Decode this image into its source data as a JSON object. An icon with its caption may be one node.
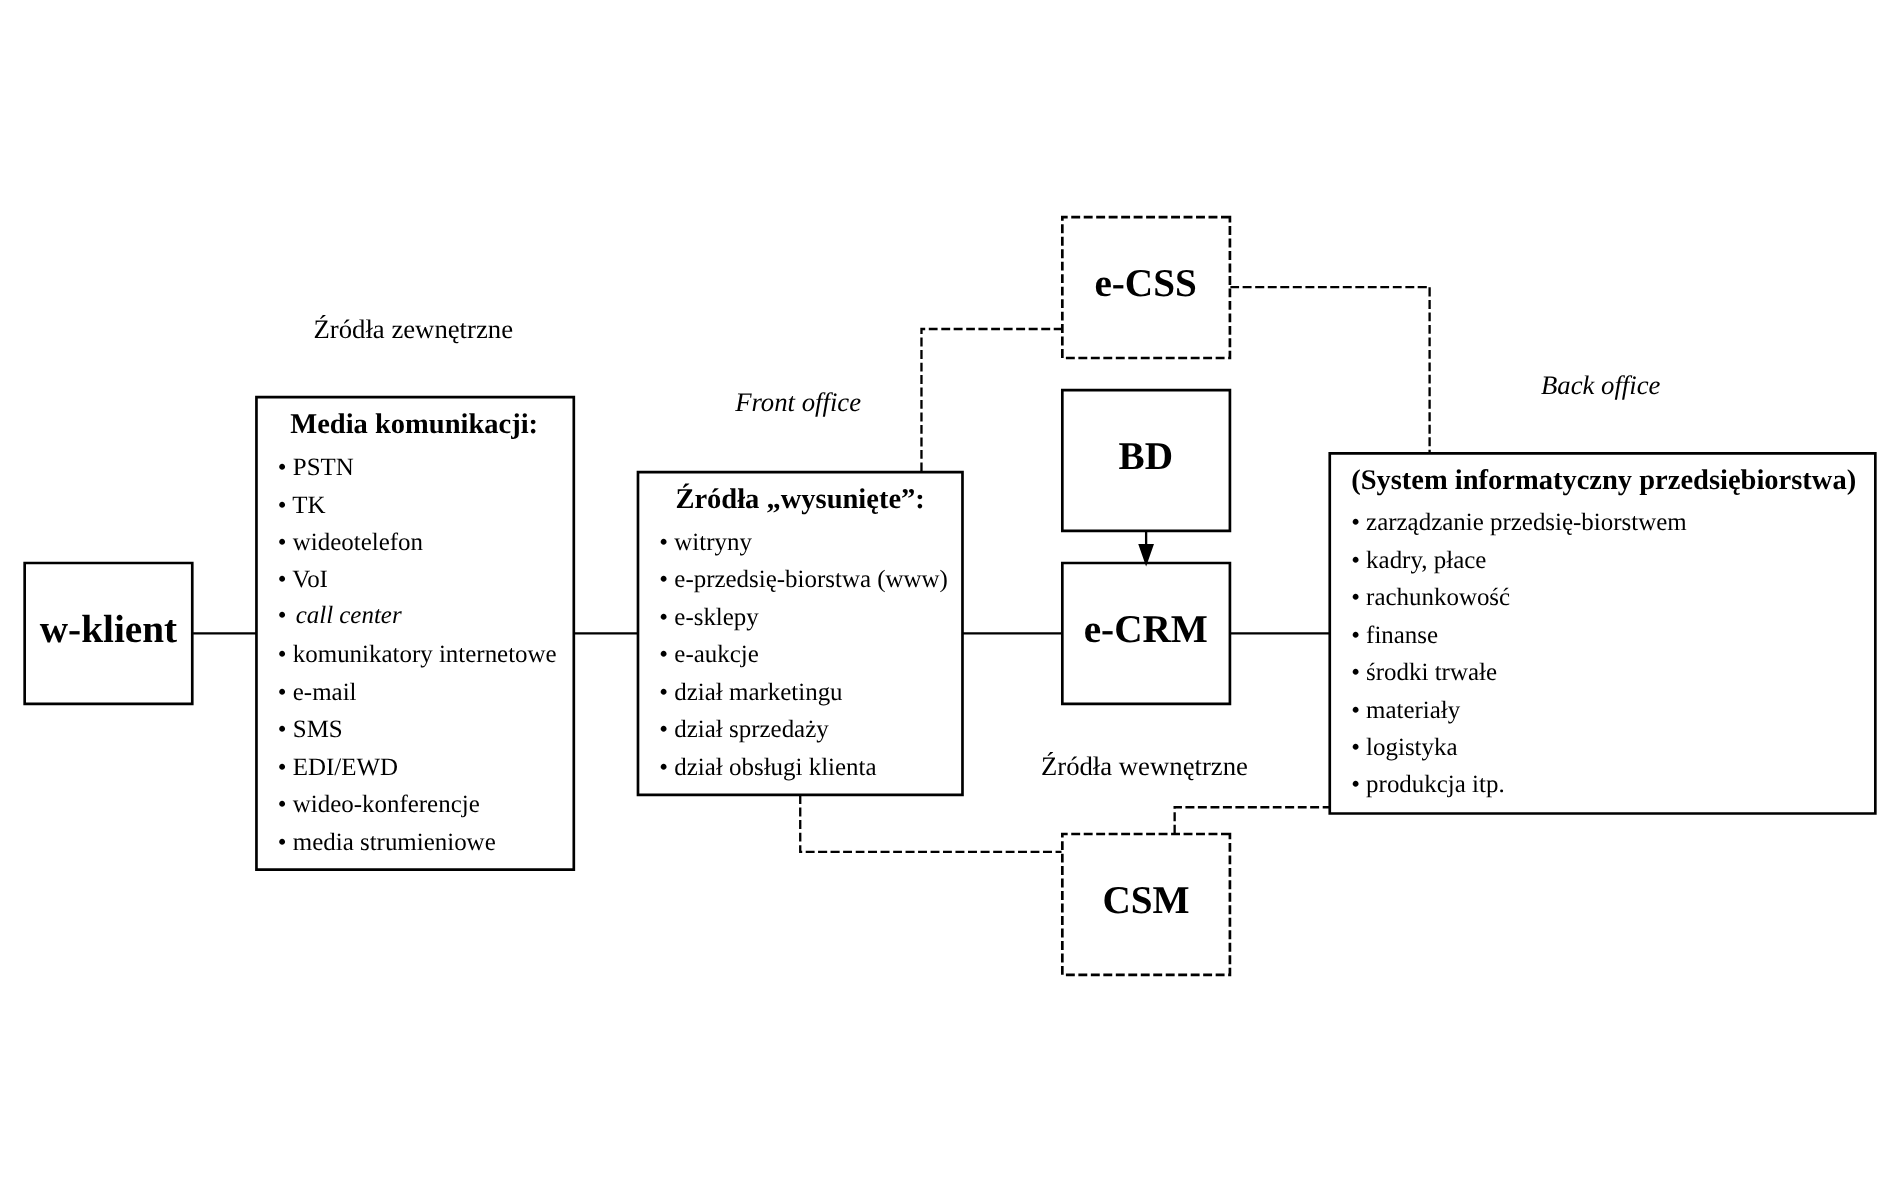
{
  "diagram": {
    "nodes": [
      {
        "text": [
          "w-klient"
        ]
      },
      {
        "text": [
          "Media komunikacji:",
          "• PSTN",
          "• TK",
          "• wideotelefon",
          "• VoI",
          "• *call center*",
          "• komunikatory internetowe",
          "• e-mail",
          "• SMS",
          "• EDI/EWD",
          "• wideo-konferencje",
          "• media strumieniowe"
        ]
      },
      {
        "text": [
          "Źródła „wysunięte”:",
          "• witryny",
          "• e-przedsię-biorstwa (www)",
          "• e-sklepy",
          "• e-aukcje",
          "• dział marketingu",
          "• dział sprzedaży",
          "• dział obsługi klienta"
        ]
      },
      {
        "text": [
          "CSM"
        ]
      },
      {
        "text": [
          "e-CSS"
        ]
      },
      {
        "text": [
          "e-CRM"
        ]
      },
      {
        "text": [
          "BD"
        ]
      },
      {
        "text": [
          "(System informatyczny przedsiębiorstwa)",
          "• zarządzanie przedsię-biorstwem",
          "• kadry, płace",
          "• rachunkowość",
          "• finanse",
          "• środki trwałe",
          "• materiały",
          "• logistyka",
          "• produkcja itp."
        ]
      }
    ],
    "edges": [
      {
        "from": 0,
        "to": 1,
        "arrow": "none"
      },
      {
        "from": 1,
        "to": 2,
        "arrow": "none"
      },
      {
        "from": 2,
        "to": 3,
        "arrow": "none",
        "style": "dashed"
      },
      {
        "from": 2,
        "to": 4,
        "arrow": "none",
        "style": "dashed"
      },
      {
        "from": 2,
        "to": 5,
        "arrow": "none"
      },
      {
        "from": 3,
        "to": 7,
        "arrow": "none",
        "style": "dashed"
      },
      {
        "from": 4,
        "to": 7,
        "arrow": "none",
        "style": "dashed"
      },
      {
        "from": 5,
        "to": 7,
        "arrow": "none"
      },
      {
        "from": 6,
        "to": 5,
        "arrow": "to"
      }
    ],
    "labels": [
      "Źródła zewnętrzne",
      "Front office",
      "Źródła wewnętrzne",
      "Back office"
    ]
  }
}
